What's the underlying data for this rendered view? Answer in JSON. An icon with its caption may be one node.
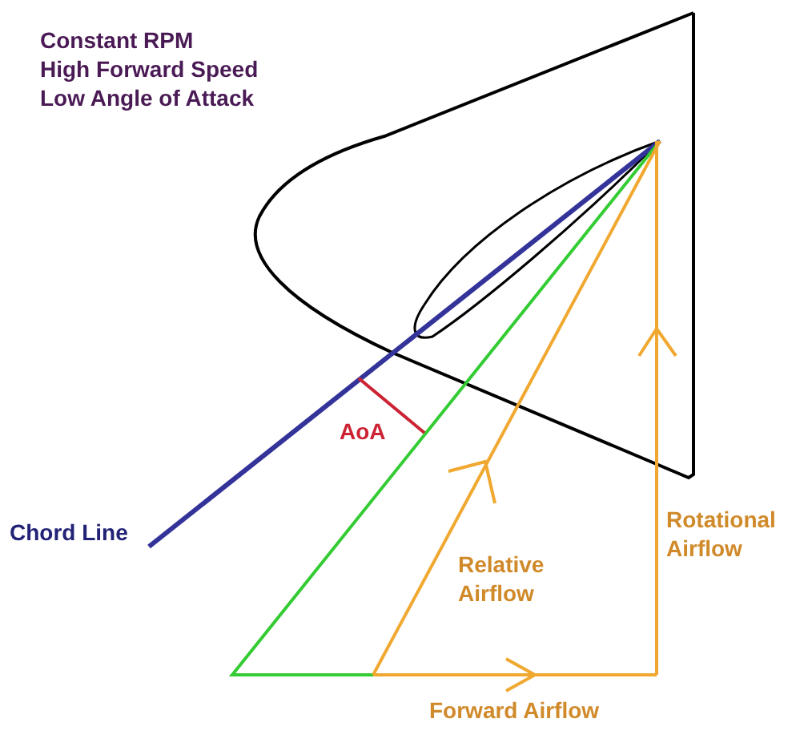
{
  "diagram": {
    "labels": [
      "Constant RPM",
      "High Forward Speed",
      "Low Angle of Attack",
      "AoA",
      "Chord Line",
      "Relative Airflow",
      "Rotational Airflow",
      "Forward Airflow"
    ]
  }
}
